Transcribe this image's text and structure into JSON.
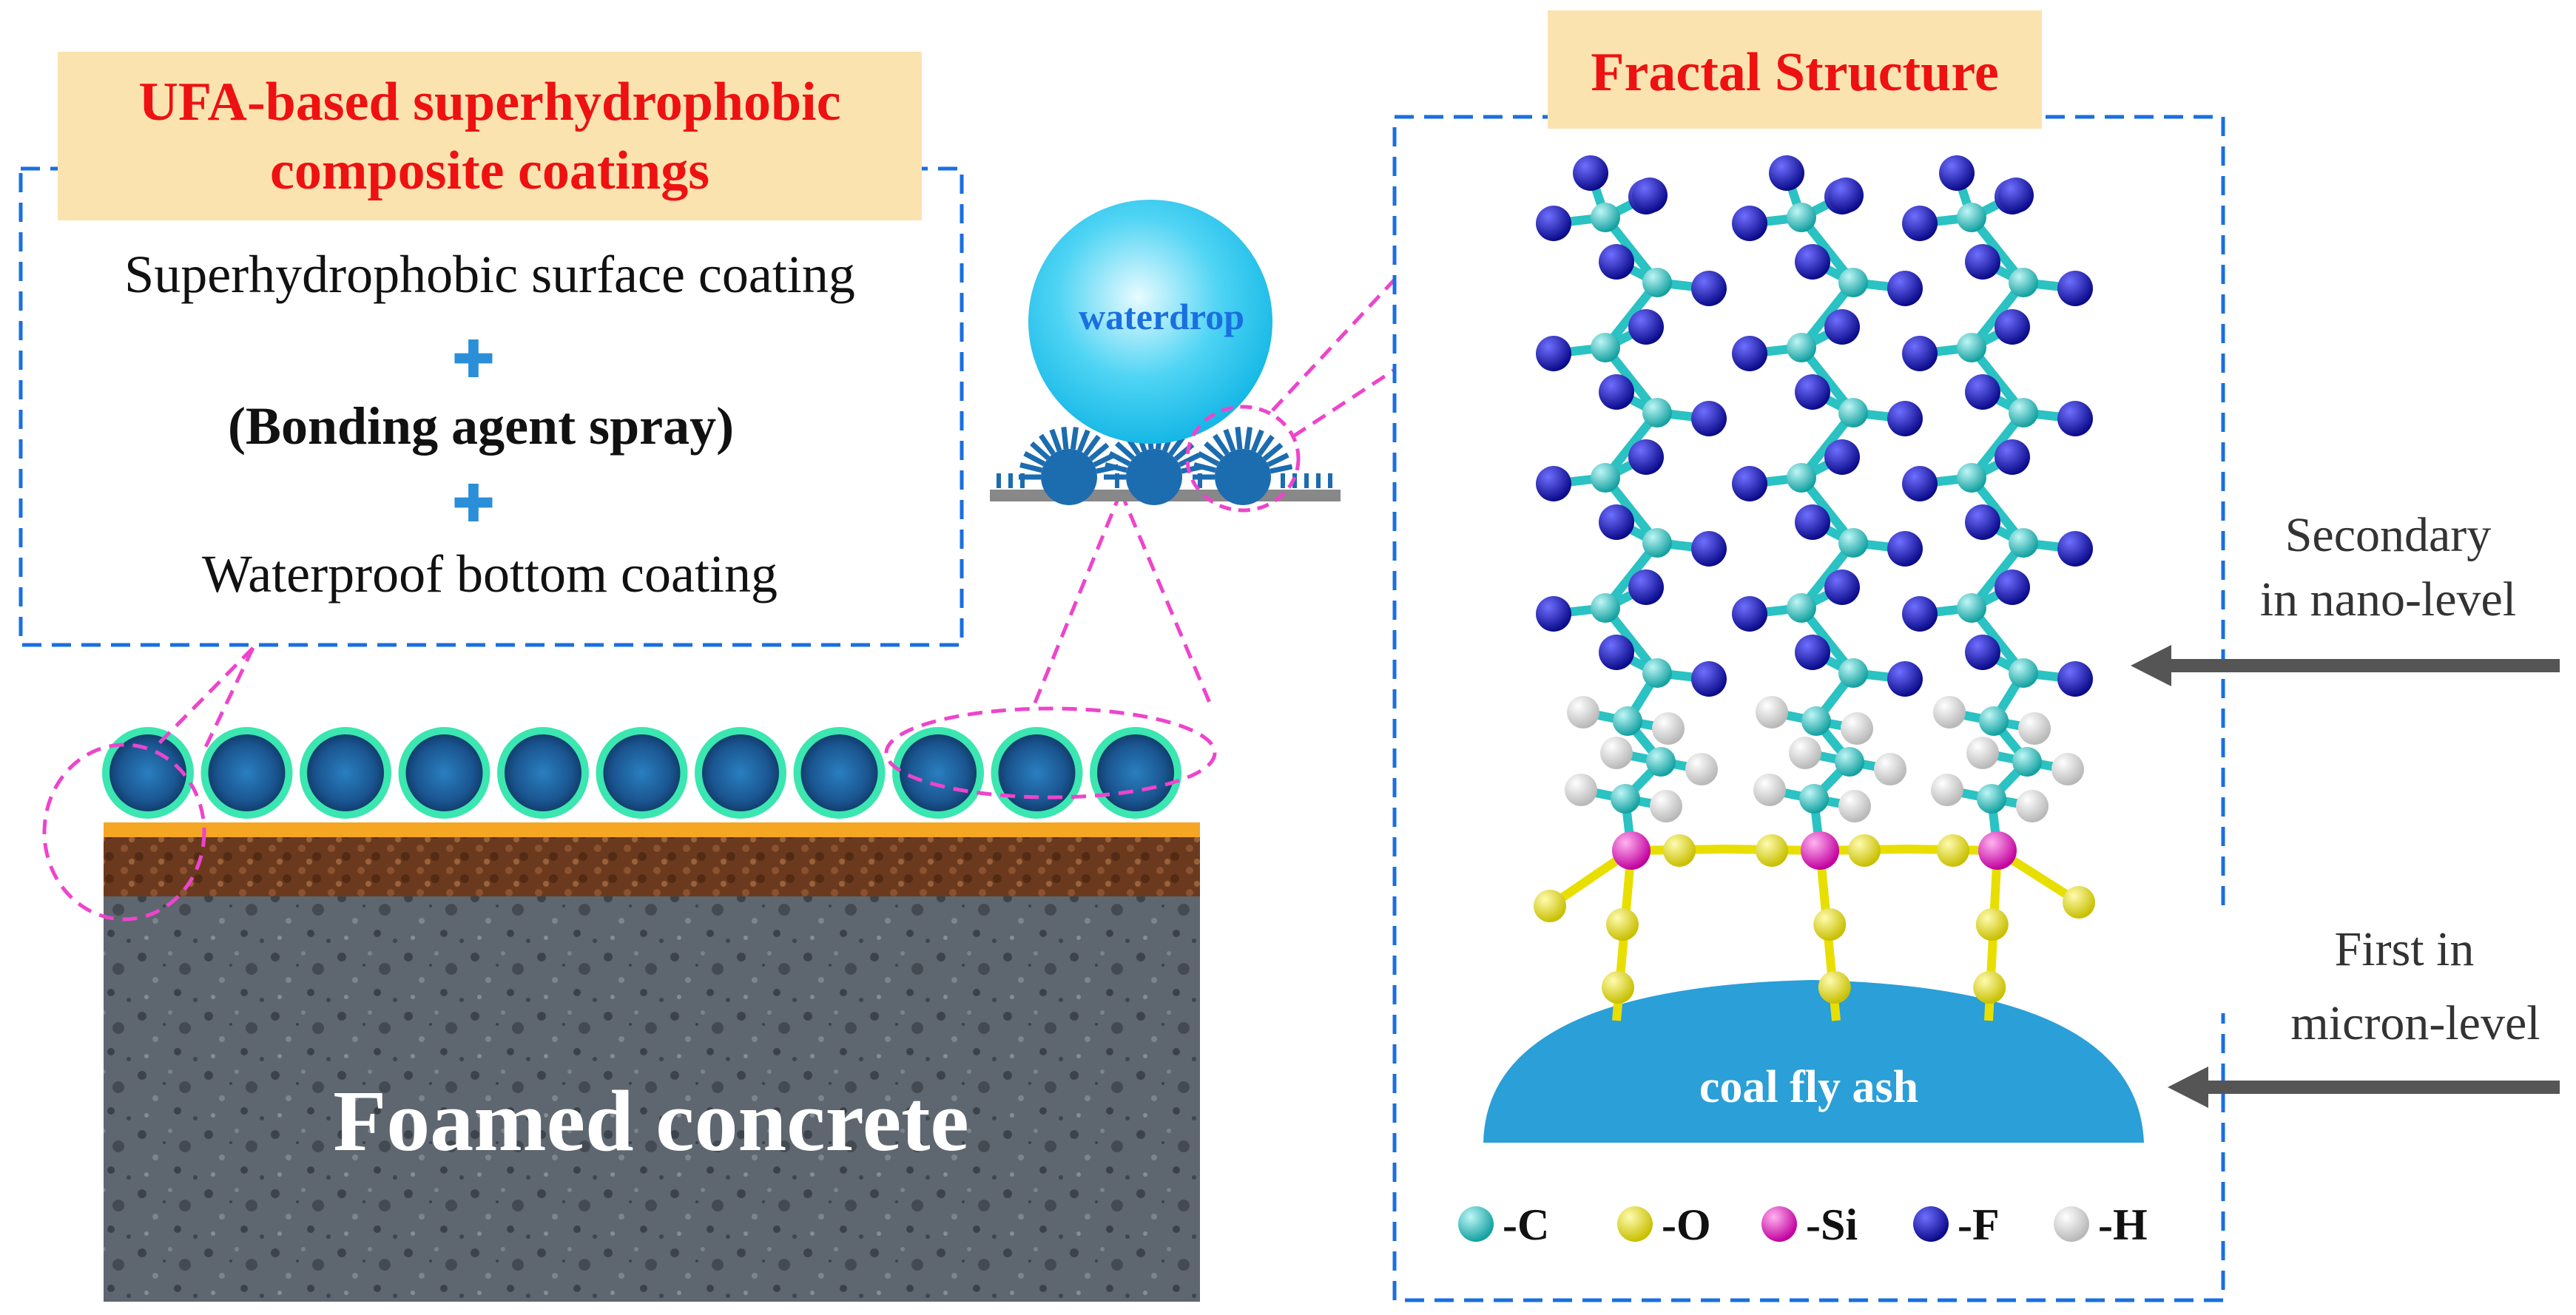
{
  "left_panel": {
    "title_line1": "UFA-based superhydrophobic",
    "title_line2": "composite coatings",
    "layer_top": "Superhydrophobic surface coating",
    "layer_middle": "(Bonding agent spray)",
    "layer_bottom": "Waterproof bottom coating",
    "plus_symbol": "✚",
    "substrate_label": "Foamed concrete"
  },
  "droplet": {
    "label": "waterdrop"
  },
  "right_panel": {
    "title": "Fractal Structure",
    "particle_label": "coal fly ash",
    "secondary_line1": "Secondary",
    "secondary_line2": "in nano-level",
    "first_line1": "First in",
    "first_line2": "micron-level"
  },
  "legend": [
    {
      "label": "-C",
      "color": "#2ac2c2"
    },
    {
      "label": "-O",
      "color": "#f2ea10"
    },
    {
      "label": "-Si",
      "color": "#ee22cc"
    },
    {
      "label": "-F",
      "color": "#1a1ac8"
    },
    {
      "label": "-H",
      "color": "#f2f2f2"
    }
  ],
  "colors": {
    "dashed_box": "#1a6fe0",
    "callout_dash": "#ee44cc",
    "title_bg": "#fbe3b0",
    "title_text": "#ee1111",
    "plus": "#2a8fd8",
    "droplet": "#22c4ee",
    "particle": "#2a9fd8",
    "orange_layer": "#f5a623",
    "brown_layer": "#6b3a1e",
    "concrete": "#5e6670",
    "arrow": "#555555"
  }
}
